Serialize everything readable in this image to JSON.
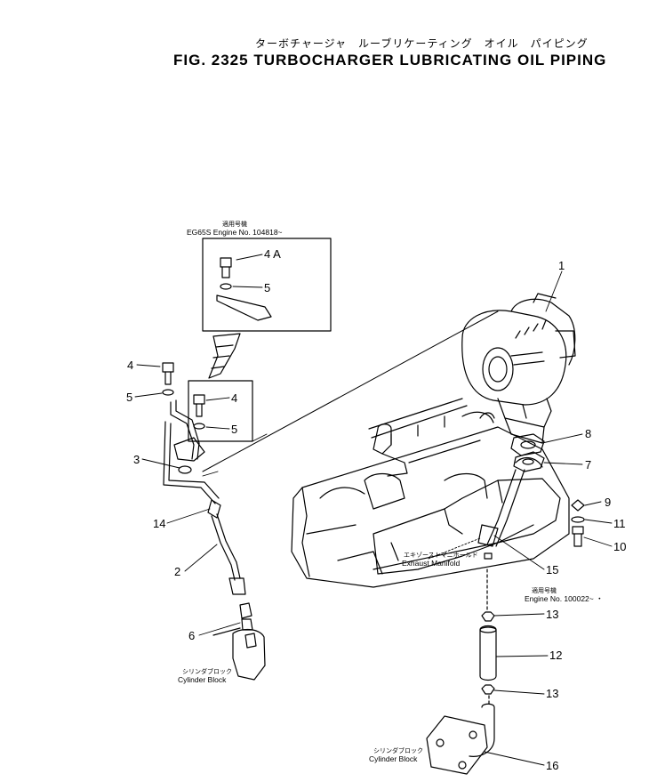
{
  "figure": {
    "title_jp": "ターボチャージャ　ルーブリケーティング　オイル　パイピング",
    "title_en": "FIG. 2325   TURBOCHARGER LUBRICATING OIL PIPING"
  },
  "inset": {
    "applicability_jp": "適用号機",
    "serial_label": "EG65S  Engine  No. 104818~"
  },
  "callouts": {
    "c1": "1",
    "c2": "2",
    "c3": "3",
    "c4_upper": "4",
    "c4_inset": "4",
    "c4a": "4 A",
    "c5_upper": "5",
    "c5_inset": "5",
    "c5_lower": "5",
    "c6": "6",
    "c7": "7",
    "c8": "8",
    "c9": "9",
    "c10": "10",
    "c11": "11",
    "c12": "12",
    "c13_upper": "13",
    "c13_lower": "13",
    "c14": "14",
    "c15": "15",
    "c16": "16"
  },
  "labels": {
    "exhaust_manifold_jp": "エキゾーストマニホールド",
    "exhaust_manifold_en": "Exhaust  Manifold",
    "applicability2_jp": "適用号機",
    "serial_label2": "Engine  No. 100022~ ・",
    "cylinder_block_jp_left": "シリンダブロック",
    "cylinder_block_en_left": "Cylinder  Block",
    "cylinder_block_jp_right": "シリンダブロック",
    "cylinder_block_en_right": "Cylinder  Block"
  }
}
